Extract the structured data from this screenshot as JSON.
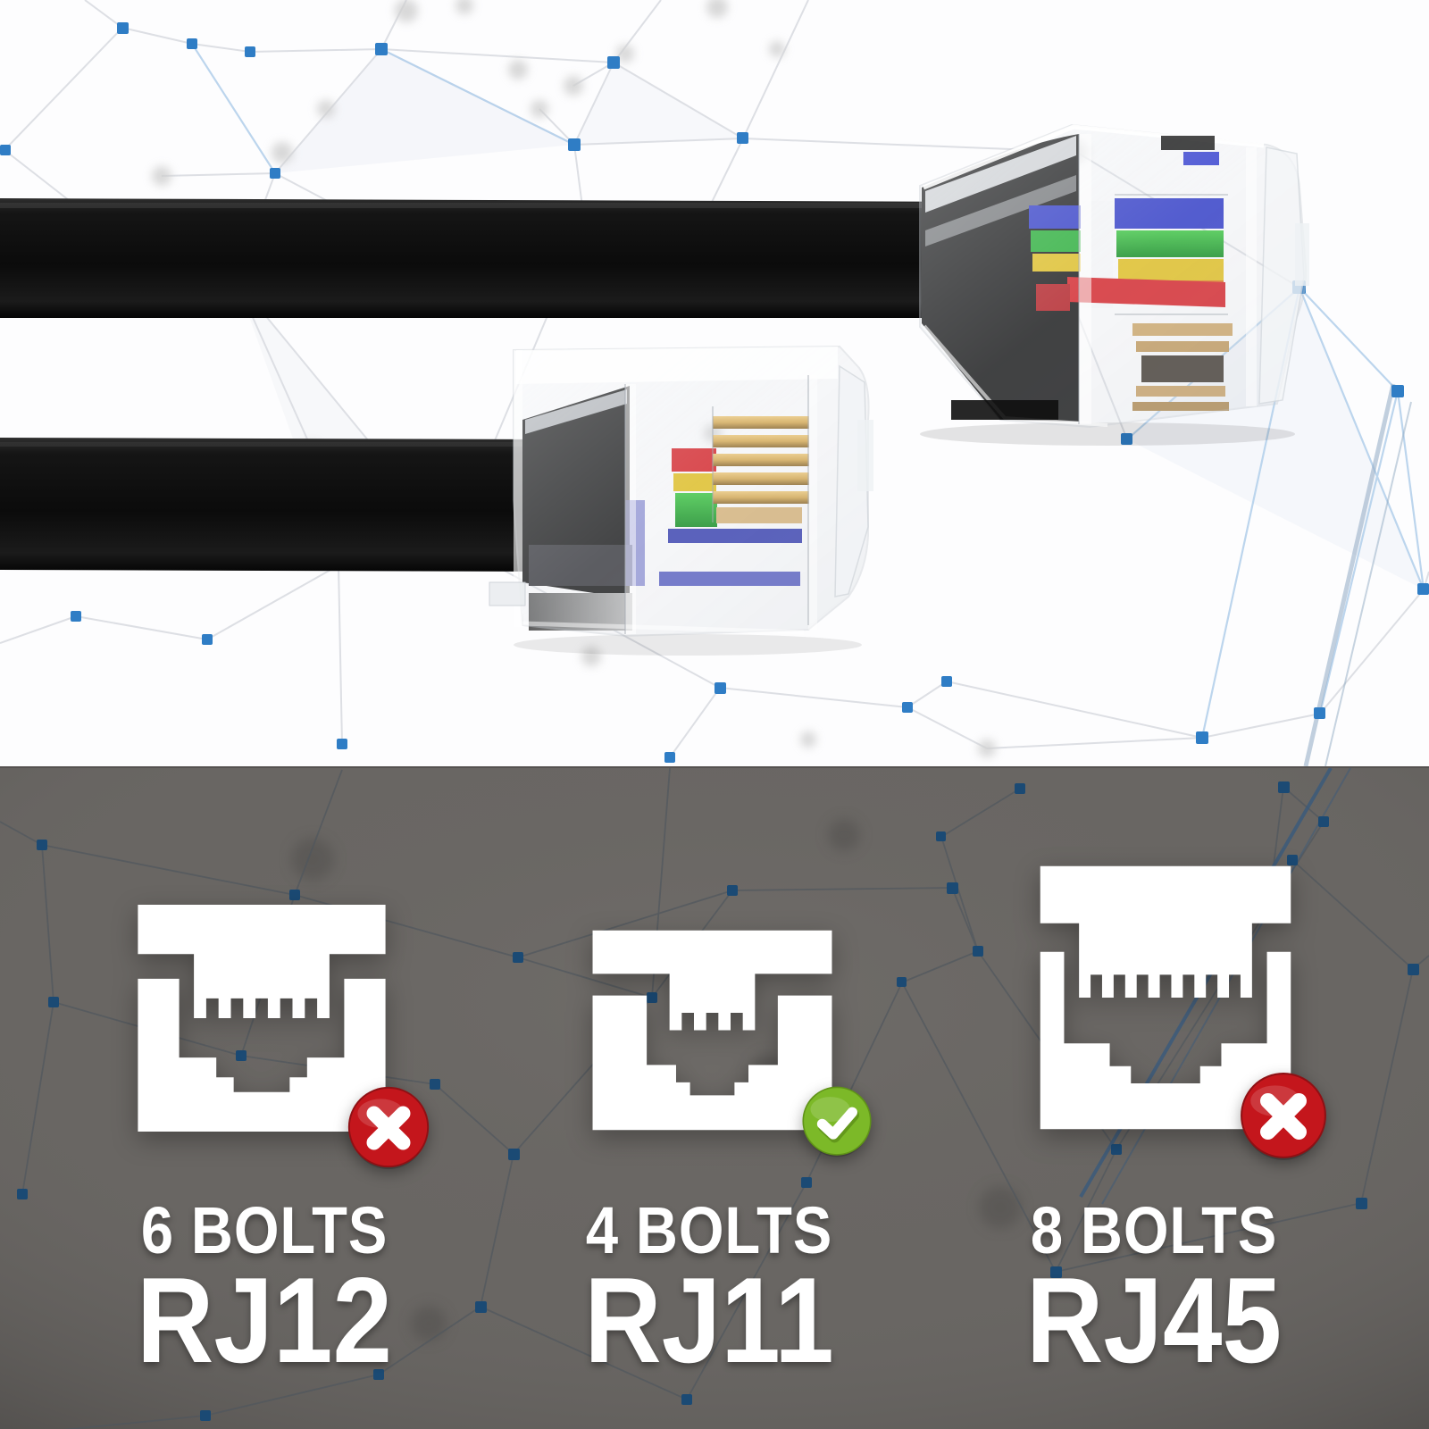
{
  "comparison": {
    "items": [
      {
        "id": "rj12",
        "pins": 6,
        "pins_label": "6 BOLTS",
        "name": "RJ12",
        "allowed": false,
        "badge": "cross"
      },
      {
        "id": "rj11",
        "pins": 4,
        "pins_label": "4 BOLTS",
        "name": "RJ11",
        "allowed": true,
        "badge": "check"
      },
      {
        "id": "rj45",
        "pins": 8,
        "pins_label": "8 BOLTS",
        "name": "RJ45",
        "allowed": false,
        "badge": "cross"
      }
    ]
  },
  "colors": {
    "top_background": "#fdfdfe",
    "bottom_background": "#696663",
    "cable_black": "#111111",
    "icon_white": "#ffffff",
    "badge_no": "#c4161c",
    "badge_no_rim": "#8f1014",
    "badge_yes": "#7cb928",
    "badge_yes_rim": "#5f9317",
    "check_shadow": "#4e7d10",
    "plexus_blue_dot": "#2f7dc5",
    "plexus_gray_line": "#d9dce1",
    "plexus_light_blue_line": "#b5d0eb",
    "plexus_dark_dot": "#1b4a74",
    "plexus_dark_line": "#4e565e",
    "wire_blue": "#2a35c8",
    "wire_green": "#1fae2e",
    "wire_yellow": "#e3c01c",
    "wire_orange": "#e0761c",
    "wire_red": "#d81f24",
    "pin_gold": "#d7a94f"
  }
}
